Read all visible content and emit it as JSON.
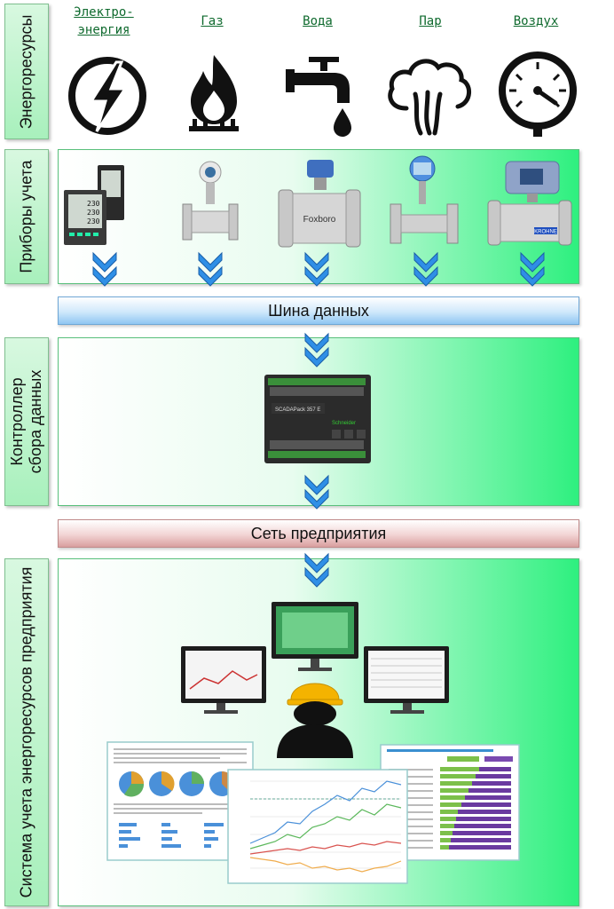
{
  "rows": {
    "resources_label": "Энергоресурсы",
    "meters_label": "Приборы учета",
    "controller_label_line1": "Контроллер",
    "controller_label_line2": "сбора данных",
    "system_label": "Система учета энергоресурсов предприятия"
  },
  "resources": [
    {
      "label": "Электро-\nэнергия",
      "icon": "lightning-icon"
    },
    {
      "label": "Газ",
      "icon": "gas-flame-icon"
    },
    {
      "label": "Вода",
      "icon": "water-tap-icon"
    },
    {
      "label": "Пар",
      "icon": "steam-cloud-icon"
    },
    {
      "label": "Воздух",
      "icon": "pressure-gauge-icon"
    }
  ],
  "bus": {
    "label": "Шина данных"
  },
  "network": {
    "label": "Сеть предприятия"
  },
  "devices": {
    "power_meter_readings": [
      "230",
      "230",
      "230"
    ],
    "flowmeter_brand": "Foxboro",
    "flowmeter_brand_2": "KROHNE",
    "controller_model": "SCADAPack 357 E",
    "controller_brand": "Schneider"
  },
  "colors": {
    "chevron": "#2f8fe6",
    "resource_label": "#0f6a2e",
    "panel_green": "#2ef07f",
    "bus_blue": "#8fc6f2",
    "network_red": "#d99f9f"
  }
}
